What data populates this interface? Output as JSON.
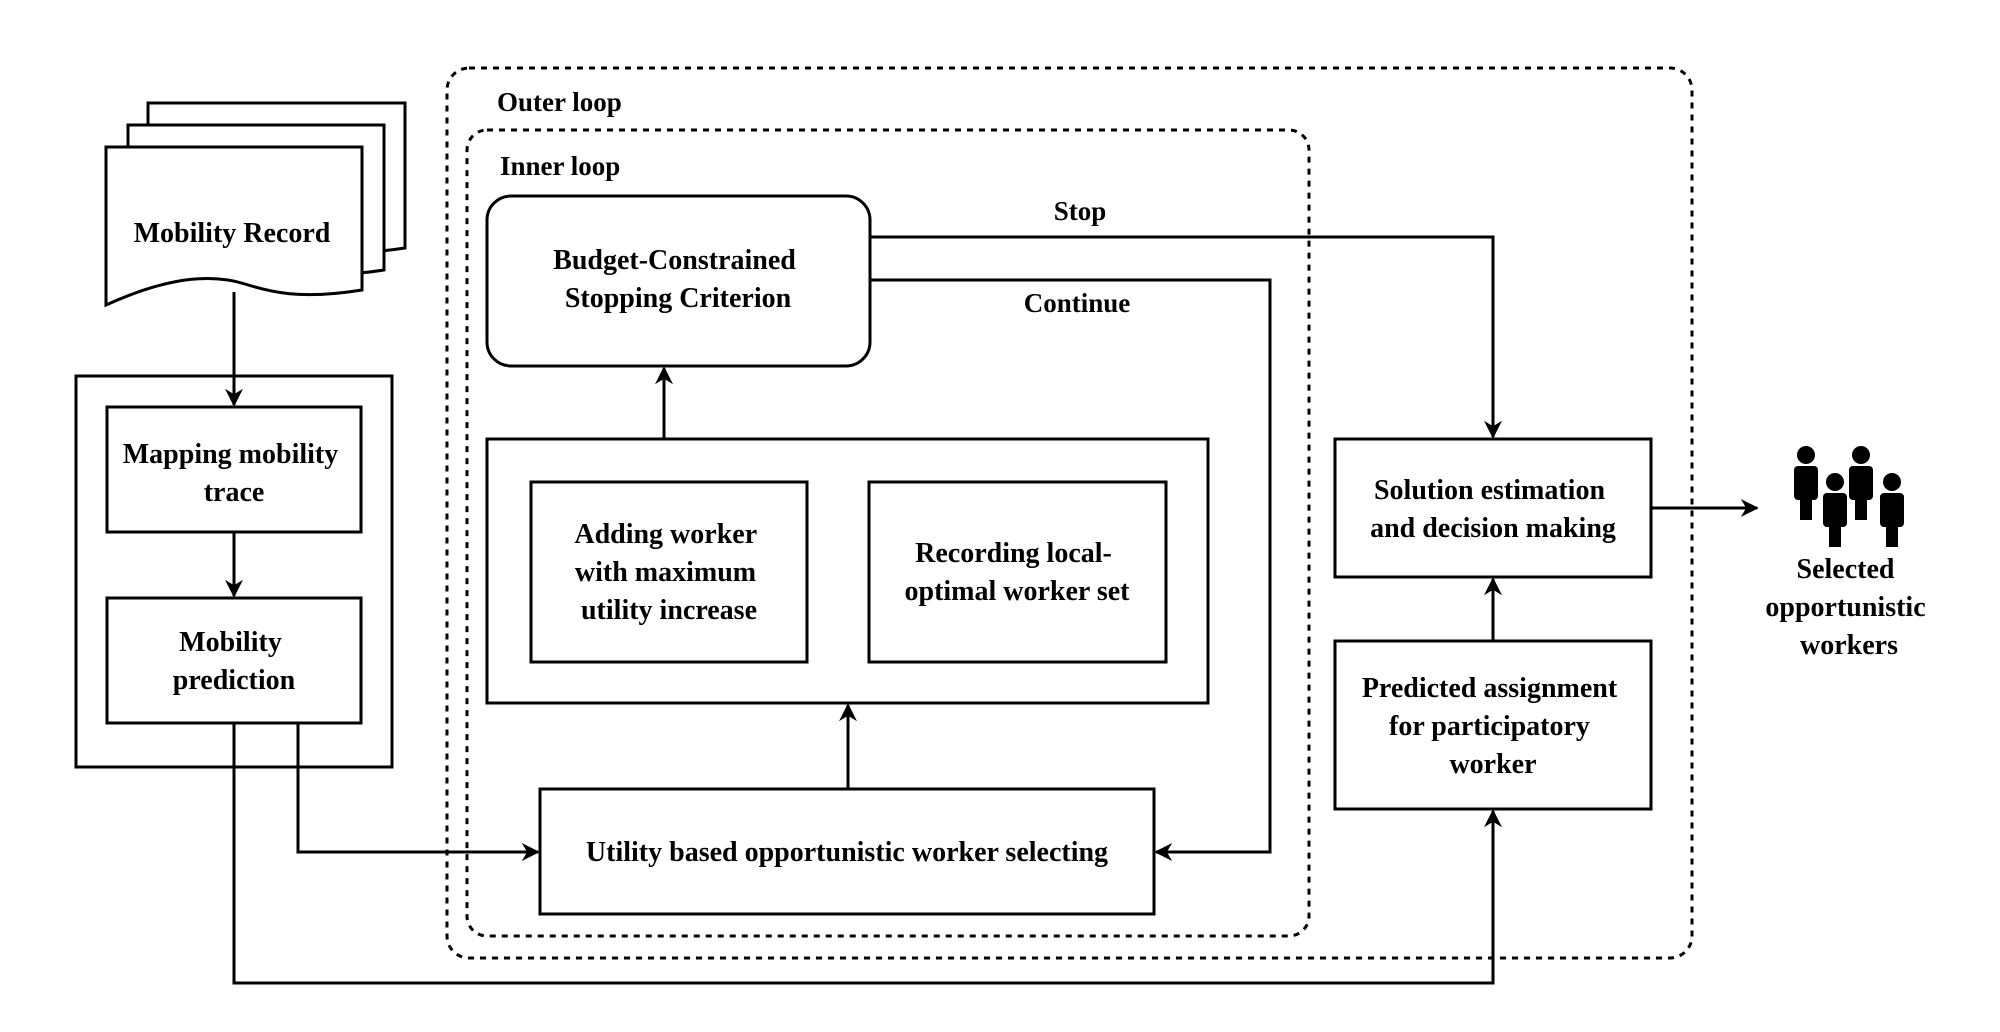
{
  "diagram": {
    "outer_loop_label": "Outer loop",
    "inner_loop_label": "Inner loop",
    "mobility_record": "Mobility Record",
    "mapping_trace": [
      "Mapping mobility",
      "trace"
    ],
    "mobility_prediction": [
      "Mobility",
      "prediction"
    ],
    "budget_stopping": [
      "Budget-Constrained",
      "Stopping Criterion"
    ],
    "stop_label": "Stop",
    "continue_label": "Continue",
    "adding_worker": [
      "Adding worker",
      "with maximum",
      "utility increase"
    ],
    "recording_set": [
      "Recording local-",
      "optimal worker set"
    ],
    "utility_selecting": "Utility based opportunistic worker selecting",
    "solution_estimation": [
      "Solution estimation",
      "and decision making"
    ],
    "predicted_assignment": [
      "Predicted assignment",
      "for participatory",
      "worker"
    ],
    "selected_workers": [
      "Selected",
      "opportunistic",
      "workers"
    ],
    "icons": [
      "people-group-icon"
    ]
  }
}
